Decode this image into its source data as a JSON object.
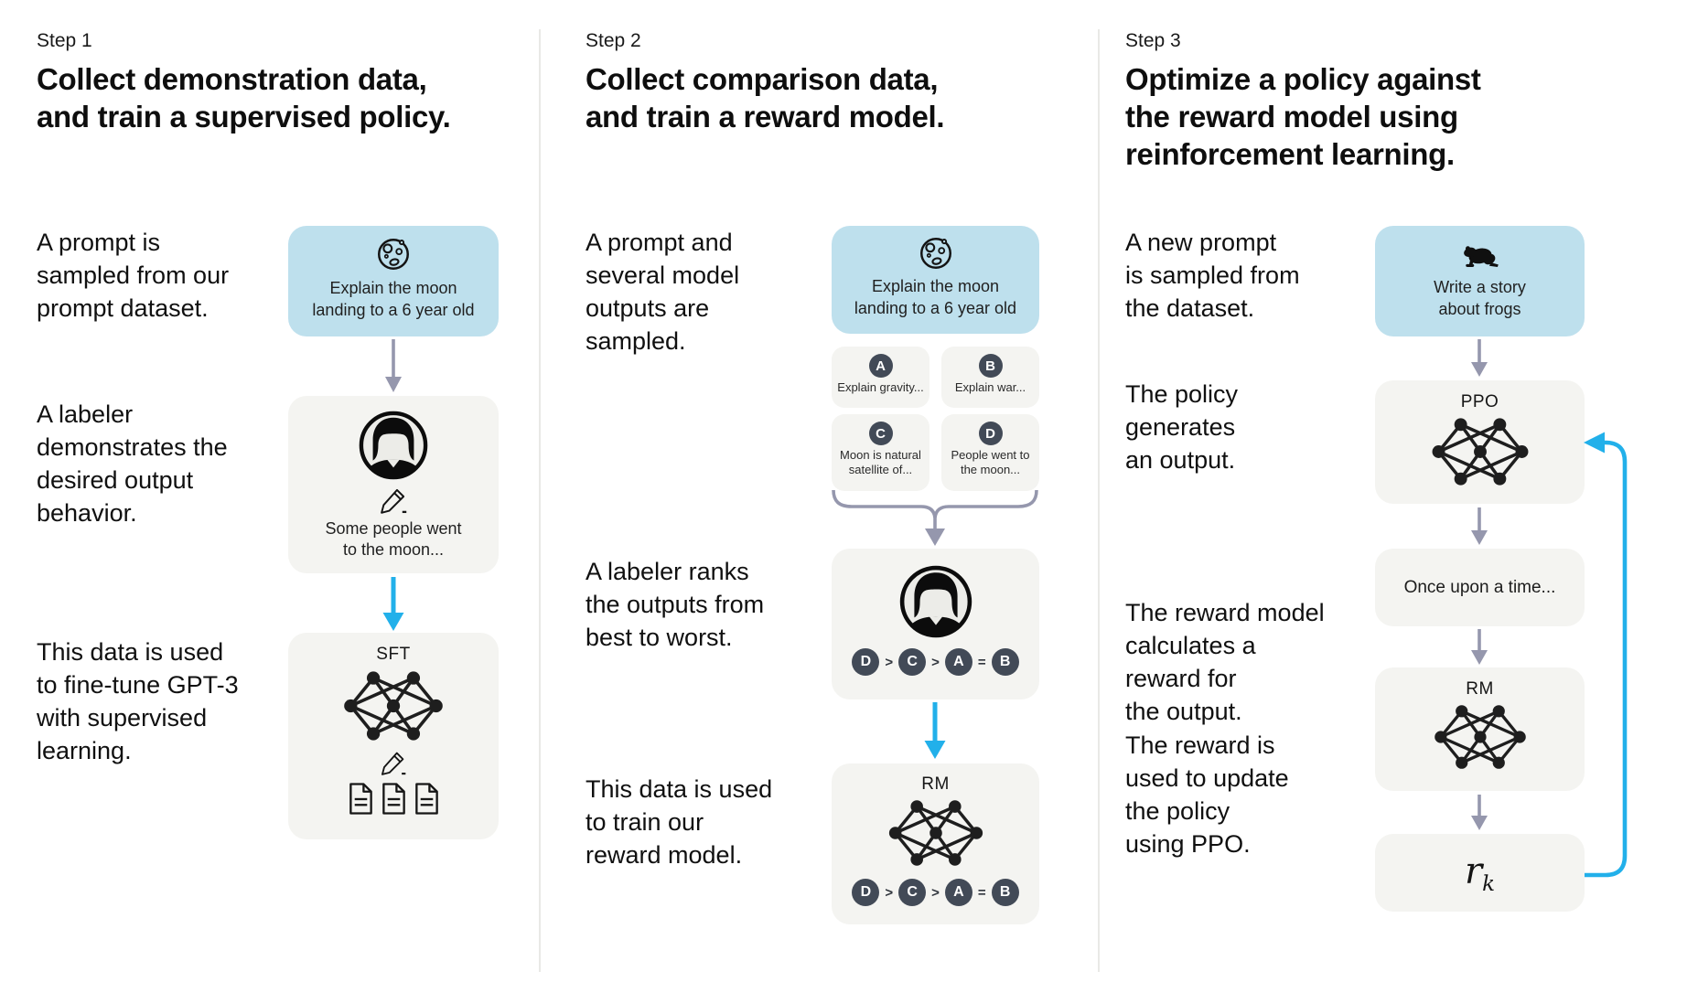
{
  "figure": {
    "description": "Three-step RLHF training diagram"
  },
  "step1": {
    "label": "Step 1",
    "heading": "Collect demonstration data,\nand train a supervised policy.",
    "captions": {
      "prompt": "A prompt is\nsampled from our\nprompt dataset.",
      "labeler": "A labeler\ndemonstrates the\ndesired output\nbehavior.",
      "finetune": "This data is used\nto fine-tune GPT-3\nwith supervised\nlearning."
    },
    "prompt_box": {
      "text": "Explain the moon\nlanding to a 6 year old"
    },
    "labeler_box": {
      "text": "Some people went\nto the moon..."
    },
    "model_box": {
      "label": "SFT"
    }
  },
  "step2": {
    "label": "Step 2",
    "heading": "Collect comparison data,\nand train a reward model.",
    "captions": {
      "prompt": "A prompt and\nseveral model\noutputs are\nsampled.",
      "ranking": "A labeler ranks\nthe outputs from\nbest to worst.",
      "training": "This data is used\nto train our\nreward model."
    },
    "prompt_box": {
      "text": "Explain the moon\nlanding to a 6 year old"
    },
    "outputs": [
      {
        "label": "A",
        "text": "Explain gravity..."
      },
      {
        "label": "B",
        "text": "Explain war..."
      },
      {
        "label": "C",
        "text": "Moon is natural\nsatellite of..."
      },
      {
        "label": "D",
        "text": "People went to\nthe moon..."
      }
    ],
    "ranking": {
      "items": [
        "D",
        "C",
        "A",
        "B"
      ],
      "separators": [
        ">",
        ">",
        "="
      ]
    },
    "model_box": {
      "label": "RM"
    }
  },
  "step3": {
    "label": "Step 3",
    "heading": "Optimize a policy against\nthe reward model using\nreinforcement learning.",
    "captions": {
      "prompt": "A new prompt\nis sampled from\nthe dataset.",
      "policy": "The policy\ngenerates\nan output.",
      "reward": "The reward model\ncalculates a\nreward for\nthe output.",
      "update": "The reward is\nused to update\nthe policy\nusing PPO."
    },
    "prompt_box": {
      "text": "Write a story\nabout frogs"
    },
    "policy_box": {
      "label": "PPO"
    },
    "output_box": {
      "text": "Once upon a time..."
    },
    "reward_box": {
      "label": "RM"
    },
    "reward_value": {
      "symbol": "r",
      "subscript": "k"
    }
  },
  "icons": {
    "moon": "moon-icon",
    "frog": "frog-icon",
    "labeler": "person-avatar-icon",
    "pencil": "pencil-icon",
    "documents": "document-icon",
    "network": "neural-network-icon",
    "arrow_down": "arrow-down-icon",
    "merge_brace": "merge-brace-icon",
    "feedback_loop": "feedback-loop-arrow-icon"
  },
  "colors": {
    "prompt_box_blue": "#bee0ed",
    "panel_gray": "#f4f4f1",
    "badge_dark": "#424a57",
    "arrow_blue": "#22b0ea",
    "arrow_gray": "#9597ad",
    "divider": "#e9e9e6",
    "text": "#111111"
  }
}
